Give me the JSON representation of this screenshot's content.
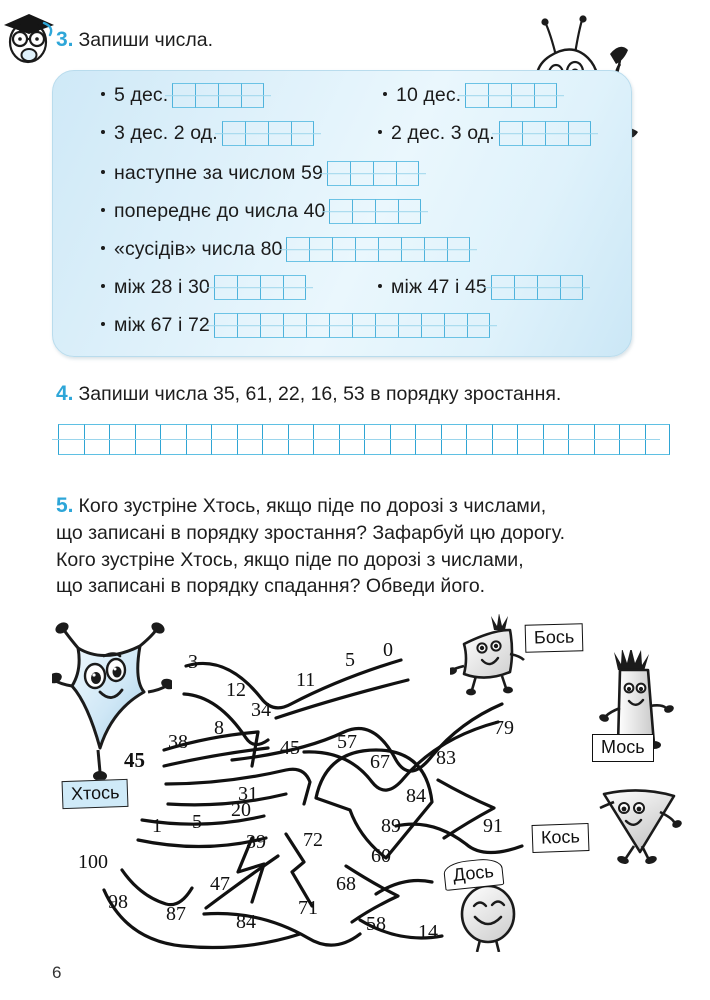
{
  "page": {
    "number": "6"
  },
  "task3": {
    "number": "3.",
    "title": "Запиши числа.",
    "rows": [
      {
        "label": "5 дес.",
        "cells": 4
      },
      {
        "label": "10 дес.",
        "cells": 4
      },
      {
        "label": "3 дес. 2 од.",
        "cells": 4
      },
      {
        "label": "2 дес. 3 од.",
        "cells": 4
      },
      {
        "label": "наступне за  числом 59",
        "cells": 4
      },
      {
        "label": "попереднє до числа 40",
        "cells": 4
      },
      {
        "label": "«сусідів» числа 80",
        "cells": 8
      },
      {
        "label": "між 28 і 30",
        "cells": 4
      },
      {
        "label": "між 47 і 45",
        "cells": 4
      },
      {
        "label": "між 67 і 72",
        "cells": 12
      }
    ]
  },
  "task4": {
    "number": "4.",
    "title": "Запиши числа 35, 61, 22, 16, 53 в порядку зростання.",
    "numbers": [
      35,
      61,
      22,
      16,
      53
    ],
    "grid_cells": 24
  },
  "task5": {
    "number": "5.",
    "lines": [
      "Кого зустріне Хтось, якщо піде по дорозі з числами,",
      "що записані в порядку зростання? Зафарбуй цю дорогу.",
      "Кого зустріне  Хтось, якщо піде по дорозі з числами,",
      "що записані в порядку спадання? Обведи його."
    ]
  },
  "maze": {
    "start_character": {
      "name": "Хтось",
      "shape": "star-kite",
      "color": "#cfe9f8"
    },
    "end_characters": [
      {
        "name": "Бось",
        "shape": "square"
      },
      {
        "name": "Мось",
        "shape": "tall-rectangle"
      },
      {
        "name": "Кось",
        "shape": "triangle"
      },
      {
        "name": "Дось",
        "shape": "oval"
      }
    ],
    "numbers": [
      "3",
      "12",
      "34",
      "11",
      "5",
      "0",
      "8",
      "38",
      "45",
      "45",
      "57",
      "67",
      "83",
      "79",
      "31",
      "84",
      "89",
      "91",
      "20",
      "5",
      "1",
      "39",
      "72",
      "60",
      "100",
      "98",
      "87",
      "47",
      "84",
      "71",
      "68",
      "58",
      "14"
    ],
    "paths": {
      "ascending": [
        "3",
        "12",
        "34",
        "11",
        "5",
        "0"
      ],
      "branch_top": [
        "45",
        "57",
        "67",
        "83",
        "79"
      ],
      "branch_mid": [
        "31",
        "84",
        "89",
        "91"
      ],
      "branch_low": [
        "39",
        "72",
        "60",
        "68",
        "58",
        "14"
      ],
      "branch_bottom": [
        "100",
        "98",
        "87",
        "47",
        "84",
        "71"
      ]
    }
  }
}
